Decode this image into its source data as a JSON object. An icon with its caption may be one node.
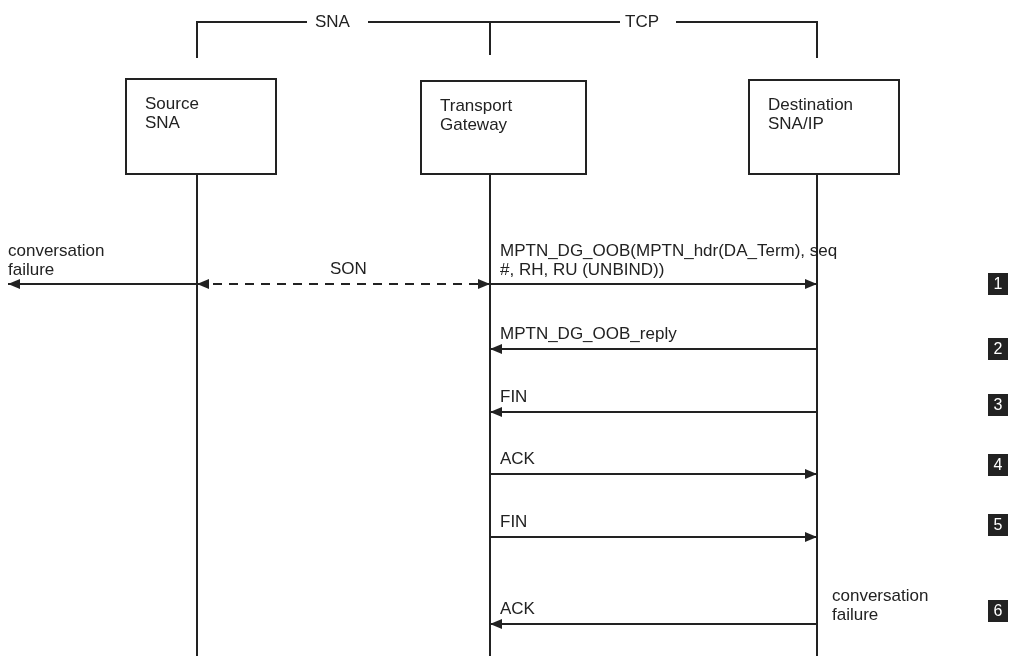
{
  "diagram": {
    "nodes": [
      {
        "text": [
          "Source SNA"
        ]
      },
      {
        "text": [
          "Transport Gateway"
        ]
      },
      {
        "text": [
          "Destination SNA/IP"
        ]
      }
    ],
    "edges": [
      {
        "from": 0,
        "to": null,
        "arrow": "to",
        "label": "conversation failure"
      },
      {
        "from": 0,
        "to": 1,
        "arrow": "both",
        "style": "dashed",
        "label": "SON"
      },
      {
        "from": 1,
        "to": 2,
        "arrow": "to",
        "label": "MPTN_DG_OOB(MPTN_hdr(DA_Term), seq #, RH, RU (UNBIND))"
      },
      {
        "from": 2,
        "to": 1,
        "arrow": "to",
        "label": "MPTN_DG_OOB_reply"
      },
      {
        "from": 2,
        "to": 1,
        "arrow": "to",
        "label": "FIN"
      },
      {
        "from": 1,
        "to": 2,
        "arrow": "to",
        "label": "ACK"
      },
      {
        "from": 1,
        "to": 2,
        "arrow": "to",
        "label": "FIN"
      },
      {
        "from": 2,
        "to": 1,
        "arrow": "to",
        "label": "ACK"
      }
    ],
    "labels": [
      "SNA",
      "TCP",
      "1",
      "2",
      "3",
      "4",
      "5",
      "conversation failure",
      "6"
    ]
  }
}
